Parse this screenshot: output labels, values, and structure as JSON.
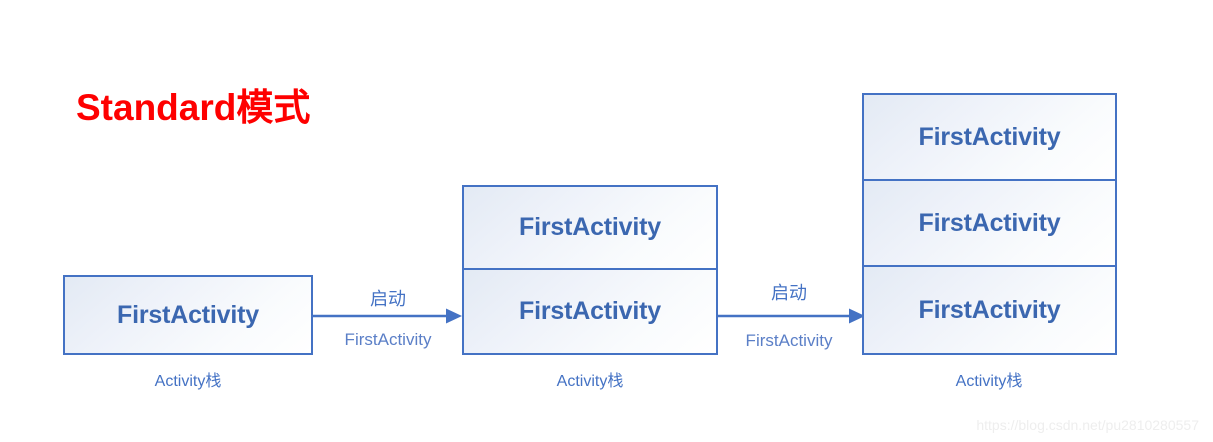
{
  "title": "Standard模式",
  "title_color": "#fe0000",
  "accent_color": "#4472c4",
  "cell_text_color": "#3b67b0",
  "stacks": [
    {
      "id": "stack-1",
      "cells": [
        {
          "label": "FirstActivity"
        }
      ],
      "caption": "Activity栈"
    },
    {
      "id": "stack-2",
      "cells": [
        {
          "label": "FirstActivity"
        },
        {
          "label": "FirstActivity"
        }
      ],
      "caption": "Activity栈"
    },
    {
      "id": "stack-3",
      "cells": [
        {
          "label": "FirstActivity"
        },
        {
          "label": "FirstActivity"
        },
        {
          "label": "FirstActivity"
        }
      ],
      "caption": "Activity栈"
    }
  ],
  "arrows": [
    {
      "id": "arrow-1",
      "label_top": "启动",
      "label_bottom": "FirstActivity"
    },
    {
      "id": "arrow-2",
      "label_top": "启动",
      "label_bottom": "FirstActivity"
    }
  ],
  "watermark": "https://blog.csdn.net/pu2810280557"
}
